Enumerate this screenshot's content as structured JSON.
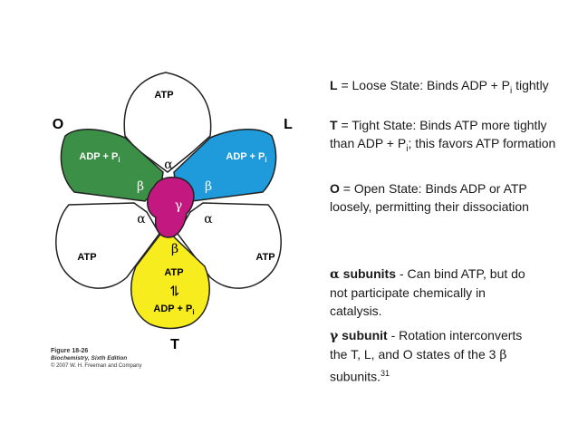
{
  "diagram": {
    "petals": {
      "top": {
        "label": "ATP"
      },
      "upper_left": {
        "label": "ADP + P",
        "sub": "i",
        "subunit": "β"
      },
      "upper_right": {
        "label": "ADP + P",
        "sub": "i",
        "subunit": "β"
      },
      "lower_left": {
        "label": "ATP",
        "subunit": "α"
      },
      "lower_right": {
        "label": "ATP",
        "subunit": "α"
      },
      "bottom": {
        "label_top": "ATP",
        "arrows": "⇌",
        "label_bottom": "ADP + P",
        "sub": "i",
        "subunit": "β"
      }
    },
    "top_alpha": "α",
    "center": "γ",
    "corner_labels": {
      "left": "O",
      "right": "L",
      "bottom": "T"
    },
    "colors": {
      "green": "#3c8f46",
      "blue": "#1f9bdc",
      "yellow": "#f7ec1e",
      "magenta": "#c2187f"
    }
  },
  "caption": {
    "line1": "Figure 18-26",
    "line2": "Biochemistry, Sixth Edition",
    "line3": "© 2007 W. H. Freeman and Company"
  },
  "text": {
    "L": {
      "key": "L",
      "rest": " = Loose State: Binds ADP + P",
      "sub": "i",
      "tail": " tightly"
    },
    "T": {
      "key": "T",
      "rest": " = Tight State: Binds ATP more tightly than ADP + P",
      "sub": "i",
      "tail": "; this favors ATP formation"
    },
    "O": {
      "key": "O",
      "rest": " = Open State: Binds ADP or ATP loosely, permitting their dissociation"
    },
    "alpha": {
      "symbol": "α",
      "label": " subunits",
      "rest": " - Can bind ATP, but do not participate chemically in catalysis."
    },
    "gamma": {
      "symbol": "γ",
      "label": " subunit",
      "rest": " - Rotation interconverts the T, L, and O states of the 3 ",
      "beta": "β",
      "tail": " subunits.",
      "sup": "31"
    }
  }
}
